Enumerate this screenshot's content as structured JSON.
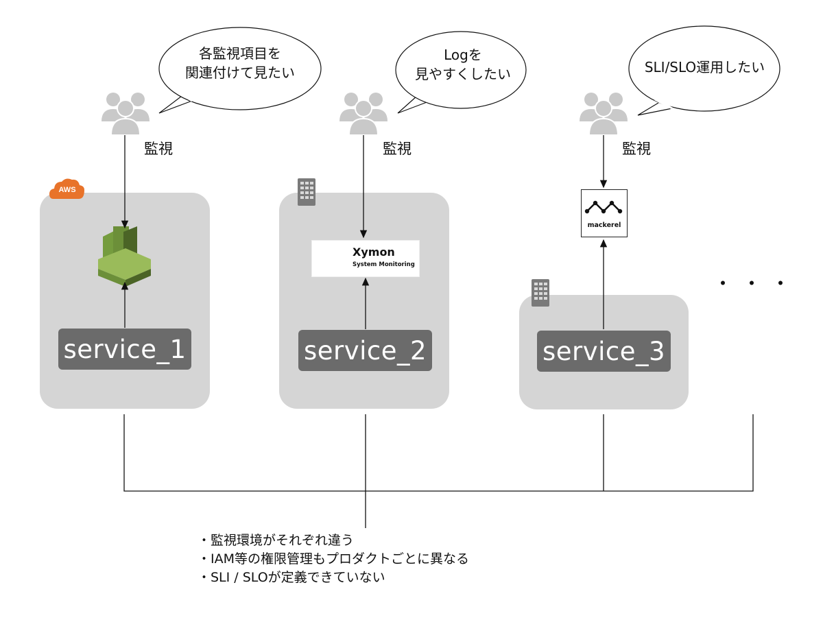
{
  "aws_badge": "AWS",
  "monitor_label": "監視",
  "bubbles": [
    {
      "line1": "各監視項目を",
      "line2": "関連付けて見たい"
    },
    {
      "line1": "Logを",
      "line2": "見やすくしたい"
    },
    {
      "line1": "SLI/SLO運用したい",
      "line2": ""
    }
  ],
  "services": [
    "service_1",
    "service_2",
    "service_3"
  ],
  "xymon": {
    "title": "Xymon",
    "subtitle": "System Monitoring"
  },
  "mackerel": {
    "title": "mackerel"
  },
  "ellipsis": "・・・",
  "notes": [
    "・監視環境がそれぞれ違う",
    "・IAM等の権限管理もプロダクトごとに異なる",
    "・SLI / SLOが定義できていない"
  ]
}
